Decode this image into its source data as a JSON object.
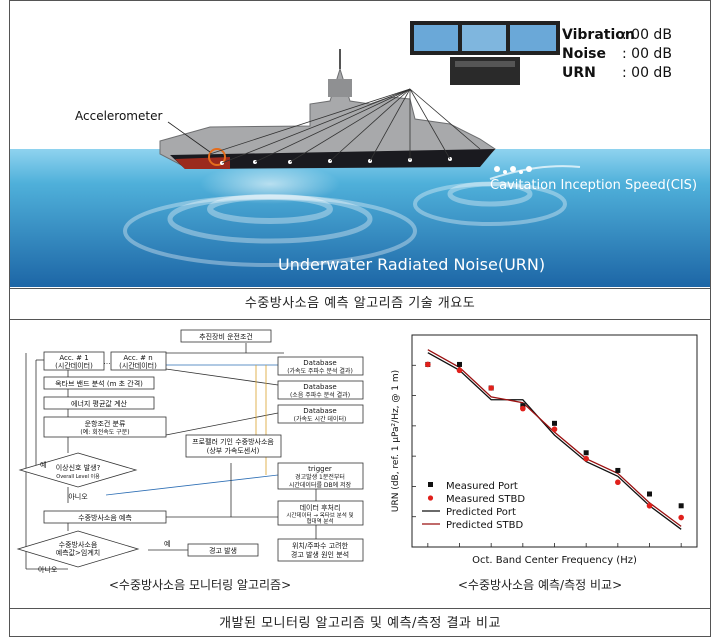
{
  "top_strip_text": "",
  "scene": {
    "accelerometer_label": "Accelerometer",
    "cis_label": "Cavitation Inception Speed(CIS)",
    "urn_label": "Underwater Radiated Noise(URN)",
    "readouts": [
      {
        "name": "Vibration",
        "value": ": 00 dB"
      },
      {
        "name": "Noise",
        "value": ": 00 dB"
      },
      {
        "name": "URN",
        "value": ": 00 dB"
      }
    ]
  },
  "caption_top": "수중방사소음 예측 알고리즘 기술 개요도",
  "flowchart": {
    "title": "<수중방사소음 모니터링 알고리즘>",
    "nodes": {
      "propulsion": "추진장비 운전조건",
      "acc1": "Acc. # 1",
      "acc1_sub": "(시간데이터)",
      "accn": "Acc. # n",
      "accn_sub": "(시간데이터)",
      "dots": "…",
      "octave": "옥타브 밴드 분석 (m 초 간격)",
      "energy": "에너지 평균값 계산",
      "condition": "운항조건 분류",
      "condition_sub": "(예: 회전속도 구분)",
      "db1": "Database",
      "db1_sub": "(가속도 주파수 분석 결과)",
      "db2": "Database",
      "db2_sub": "(소음 주파수 분석 결과)",
      "db3": "Database",
      "db3_sub": "(가속도 시간 데이터)",
      "propeller": "프로펠러 기인 수중방사소음",
      "propeller_sub": "(상부 가속도센서)",
      "anomaly": "이상신호 발생?",
      "anomaly_sub": "Overall Level 이용",
      "yes1": "예",
      "no1": "아니오",
      "trigger": "trigger",
      "trigger_sub1": "경고발생 1분전부터",
      "trigger_sub2": "시간데이터를 DB에 저장",
      "urn_predict": "수중방사소음 예측",
      "post": "데이터 후처리",
      "post_sub1": "시간데이터 → 옥타브 분석 및",
      "post_sub2": "협대역 분석",
      "exceed": "수중방사소음",
      "exceed_sub": "예측값>임계치",
      "yes2": "예",
      "no2": "아니오",
      "warning": "경고 발생",
      "cause": "위치/주파수 고려한",
      "cause_sub": "경고 발생 원인 분석"
    }
  },
  "chart_title": "<수중방사소음 예측/측정 비교>",
  "chart_data": {
    "type": "scatter",
    "xlabel": "Oct. Band Center Frequency (Hz)",
    "ylabel": "URN (dB, ref. 1 μPa²/Hz, @ 1 m)",
    "x": [
      1,
      2,
      3,
      4,
      5,
      6,
      7,
      8,
      9
    ],
    "series": [
      {
        "name": "Measured Port",
        "kind": "points",
        "marker": "square",
        "color": "#111111",
        "values": [
          95,
          95,
          91,
          88,
          85,
          80,
          77,
          73,
          71
        ]
      },
      {
        "name": "Measured STBD",
        "kind": "points",
        "marker": "circle",
        "color": "#e0201b",
        "values": [
          95,
          94,
          91,
          87.5,
          84,
          79,
          75,
          71,
          69
        ]
      },
      {
        "name": "Predicted Port",
        "kind": "line",
        "color": "#111111",
        "values": [
          97,
          94,
          89,
          89,
          83,
          78.5,
          76,
          71,
          67
        ]
      },
      {
        "name": "Predicted STBD",
        "kind": "line",
        "color": "#9b1010",
        "values": [
          97.5,
          94.5,
          89.5,
          88.5,
          83.5,
          79,
          76.5,
          71.5,
          67.5
        ]
      }
    ],
    "ylim": [
      64,
      100
    ],
    "xlim": [
      0.5,
      9.5
    ],
    "legend": "bottom-left",
    "grid": false
  },
  "caption_bottom": "개발된 모니터링 알고리즘 및 예측/측정 결과 비교",
  "colors": {
    "sea_top": "#4fb0da",
    "sea_bottom": "#1f6fae",
    "sky": "#ffffff",
    "ship": "#a8a9ab",
    "hull": "#1a1a1f"
  }
}
